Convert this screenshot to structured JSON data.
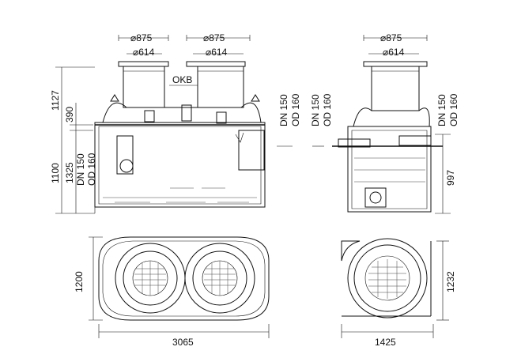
{
  "labels": {
    "d875_a": "⌀875",
    "d614_a": "⌀614",
    "d875_b": "⌀875",
    "d614_b": "⌀614",
    "d875_c": "⌀875",
    "d614_c": "⌀614",
    "okb": "OKB",
    "h1127": "1127",
    "h390": "390",
    "h1100": "1100",
    "h1325": "1325",
    "dn150_left": "DN 150",
    "od160_left": "OD 160",
    "dn150_mid_a": "DN 150",
    "od160_mid_a": "OD 160",
    "dn150_mid_b": "DN 150",
    "od160_mid_b": "OD 160",
    "dn150_right": "DN 150",
    "od160_right": "OD 160",
    "h997": "997",
    "w1200": "1200",
    "w3065": "3065",
    "w1425": "1425",
    "w1232": "1232"
  }
}
